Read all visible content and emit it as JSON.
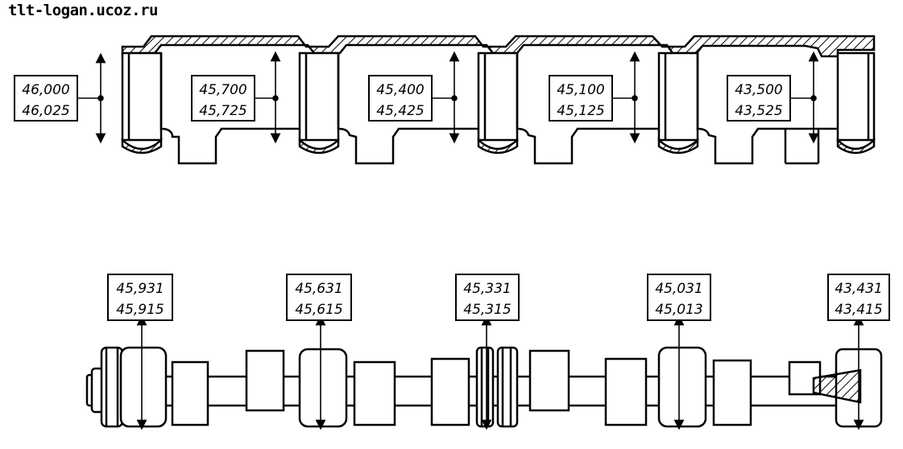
{
  "watermark": "tlt-logan.ucoz.ru",
  "housing_bores": [
    {
      "max": "46,000",
      "min": "46,025"
    },
    {
      "max": "45,700",
      "min": "45,725"
    },
    {
      "max": "45,400",
      "min": "45,425"
    },
    {
      "max": "45,100",
      "min": "45,125"
    },
    {
      "max": "43,500",
      "min": "43,525"
    }
  ],
  "camshaft_journals": [
    {
      "max": "45,931",
      "min": "45,915"
    },
    {
      "max": "45,631",
      "min": "45,615"
    },
    {
      "max": "45,331",
      "min": "45,315"
    },
    {
      "max": "45,031",
      "min": "45,013"
    },
    {
      "max": "43,431",
      "min": "43,415"
    }
  ]
}
